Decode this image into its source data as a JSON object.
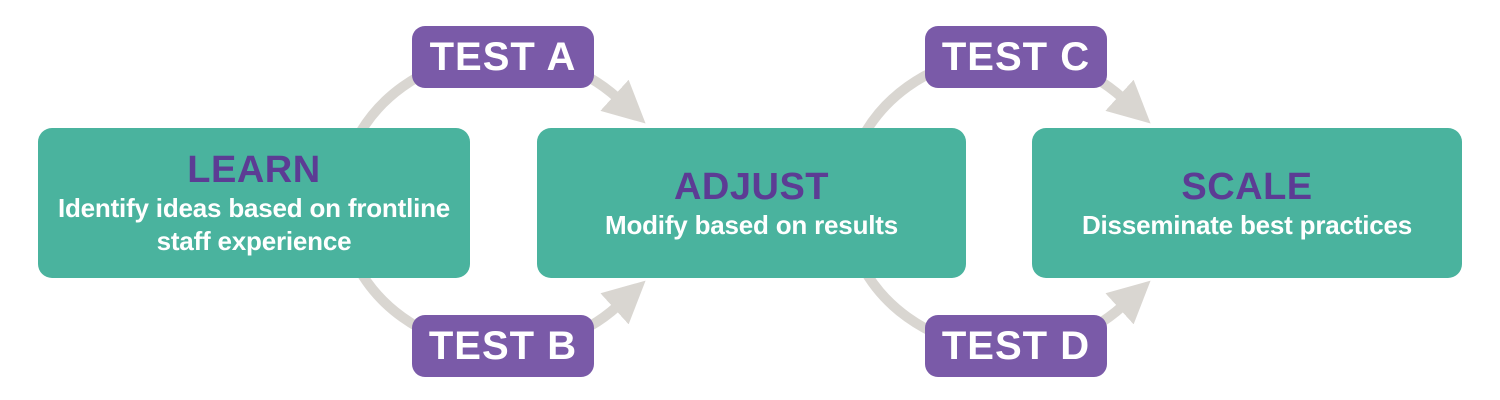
{
  "diagram": {
    "stages": [
      {
        "id": "learn",
        "title": "LEARN",
        "subtitle": "Identify ideas based on frontline staff experience"
      },
      {
        "id": "adjust",
        "title": "ADJUST",
        "subtitle": "Modify based on results"
      },
      {
        "id": "scale",
        "title": "SCALE",
        "subtitle": "Disseminate best practices"
      }
    ],
    "tests": [
      {
        "id": "test-a",
        "label": "TEST A",
        "position": "top-left"
      },
      {
        "id": "test-b",
        "label": "TEST B",
        "position": "bottom-left"
      },
      {
        "id": "test-c",
        "label": "TEST C",
        "position": "top-right"
      },
      {
        "id": "test-d",
        "label": "TEST D",
        "position": "bottom-right"
      }
    ],
    "colors": {
      "stage_fill": "#4AB39E",
      "test_fill": "#7A5AA8",
      "heading_text": "#5C3C94",
      "body_text": "#FFFFFF",
      "arrow": "#D9D6D1",
      "page_bg": "#FFFFFF"
    }
  }
}
